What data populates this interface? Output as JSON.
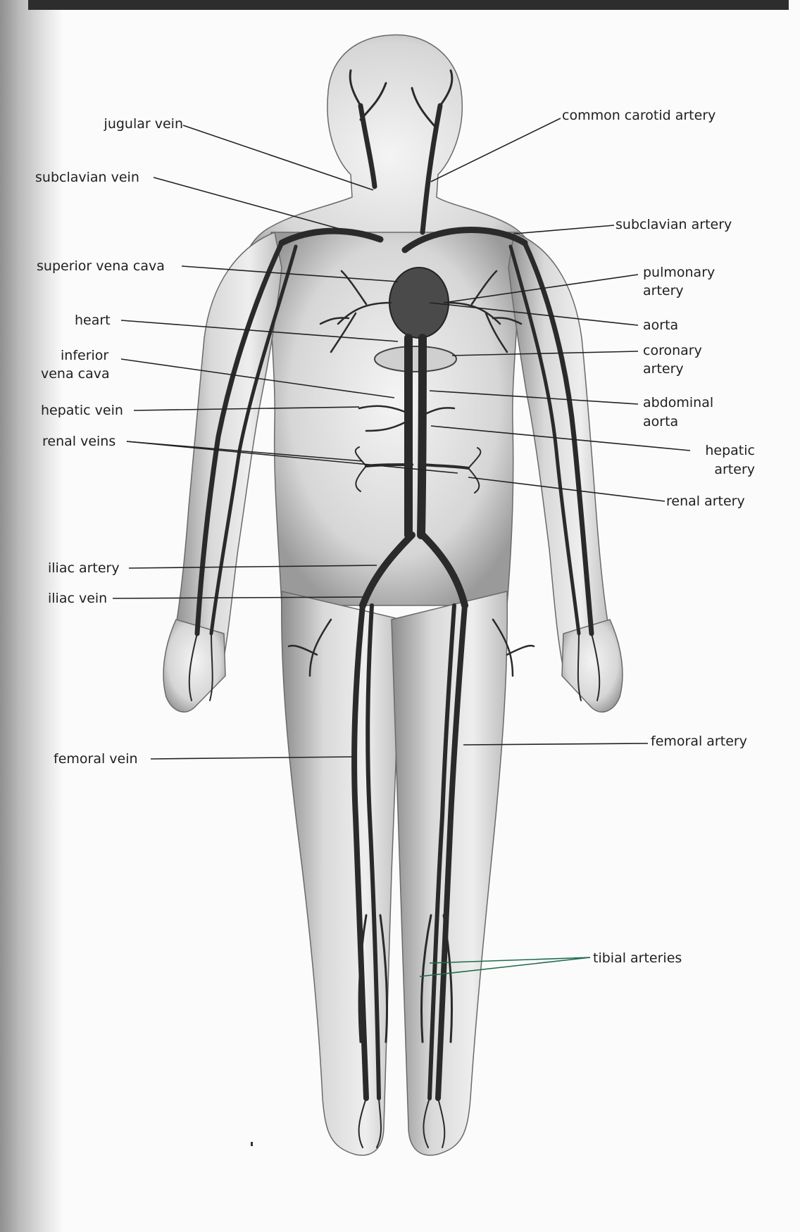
{
  "labels": {
    "jugular_vein": "jugular vein",
    "subclavian_vein": "subclavian vein",
    "superior_vena_cava": "superior vena cava",
    "heart": "heart",
    "inferior_vena_cava_1": "inferior",
    "inferior_vena_cava_2": "vena cava",
    "hepatic_vein": "hepatic vein",
    "renal_veins": "renal veins",
    "iliac_artery": "iliac artery",
    "iliac_vein": "iliac vein",
    "femoral_vein": "femoral vein",
    "common_carotid_artery": "common carotid artery",
    "subclavian_artery": "subclavian artery",
    "pulmonary_artery_1": "pulmonary",
    "pulmonary_artery_2": "artery",
    "aorta": "aorta",
    "coronary_artery_1": "coronary",
    "coronary_artery_2": "artery",
    "abdominal_aorta_1": "abdominal",
    "abdominal_aorta_2": "aorta",
    "hepatic_artery_1": "hepatic",
    "hepatic_artery_2": "artery",
    "renal_artery": "renal artery",
    "femoral_artery": "femoral artery",
    "tibial_arteries": "tibial arteries"
  },
  "colors": {
    "ink": "#202020",
    "skin_shade": "#8a8a8a",
    "vessel": "#2a2a2a",
    "leader_highlight": "#1f6b4a"
  }
}
